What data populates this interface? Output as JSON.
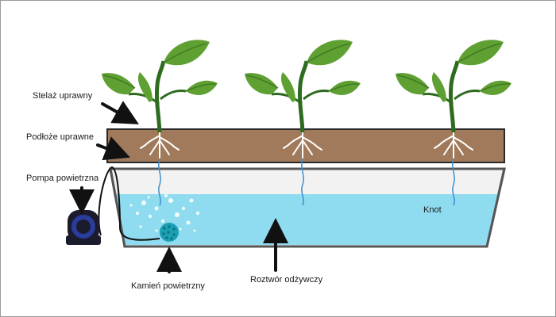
{
  "diagram": {
    "labels": {
      "growing_frame": "Stelaż uprawny",
      "growing_medium": "Podłoże uprawne",
      "air_pump": "Pompa powietrzna",
      "air_stone": "Kamień powietrzny",
      "nutrient_solution": "Roztwór odżywczy",
      "wick": "Knot"
    },
    "plant_count": 3,
    "icons": [
      "plant-icon",
      "air-pump-icon",
      "air-stone-icon",
      "arrow-icon"
    ],
    "colors": {
      "leaf": "#5fa033",
      "leaf_dark": "#3f7a22",
      "stem": "#2e6b1f",
      "soil": "#a07a5a",
      "soil_border": "#2a2a2a",
      "water": "#8fdcf0",
      "tank_top": "#f2f2f2",
      "tank_border": "#555555",
      "pump_body": "#1b1b2e",
      "pump_face": "#2a3c9c",
      "air_stone": "#1a9fb3"
    }
  }
}
